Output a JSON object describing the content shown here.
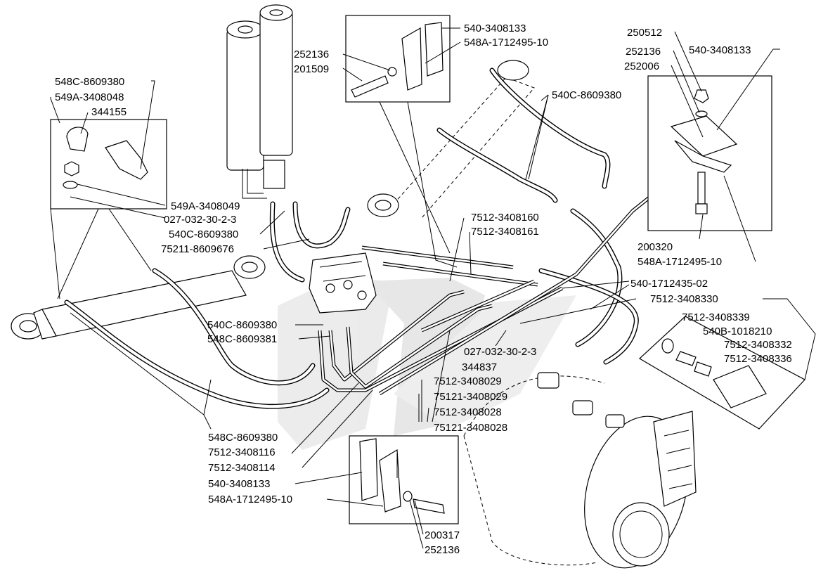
{
  "labels": {
    "l01": "540-3408133",
    "l02": "548A-1712495-10",
    "l03": "252136",
    "l04": "201509",
    "l05": "250512",
    "l06": "252136",
    "l07": "540-3408133",
    "l08": "252006",
    "l09": "540C-8609380",
    "l10": "548C-8609380",
    "l11": "549A-3408048",
    "l12": "344155",
    "l13": "549A-3408049",
    "l14": "027-032-30-2-3",
    "l15": "540C-8609380",
    "l16": "75211-8609676",
    "l17": "7512-3408160",
    "l18": "7512-3408161",
    "l19": "200320",
    "l20": "548A-1712495-10",
    "l21": "540-1712435-02",
    "l22": "7512-3408330",
    "l23": "540C-8609380",
    "l24": "548C-8609381",
    "l25": "7512-3408339",
    "l26": "540B-1018210",
    "l27": "7512-3408332",
    "l28": "7512-3408336",
    "l29": "027-032-30-2-3",
    "l30": "344837",
    "l31": "7512-3408029",
    "l32": "75121-3408029",
    "l33": "7512-3408028",
    "l34": "75121-3408028",
    "l35": "548C-8609380",
    "l36": "7512-3408116",
    "l37": "7512-3408114",
    "l38": "540-3408133",
    "l39": "548A-1712495-10",
    "l40": "200317",
    "l41": "252136"
  }
}
